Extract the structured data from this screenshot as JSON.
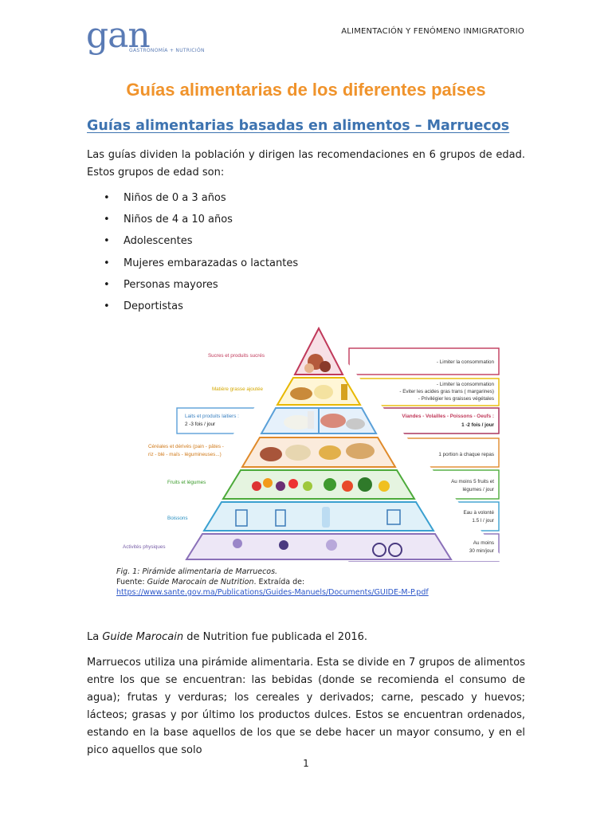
{
  "header": {
    "logo_word": "gan",
    "logo_sub": "GASTRONOMÍA + NUTRICIÓN",
    "running_title": "ALIMENTACIÓN Y FENÓMENO INMIGRATORIO"
  },
  "title": "Guías alimentarias de los diferentes países",
  "subtitle": "Guías alimentarias basadas en alimentos – Marruecos",
  "intro": "Las guías dividen la población y dirigen las recomendaciones en 6 grupos de edad. Estos grupos de edad son:",
  "age_groups": [
    "Niños de 0 a 3 años",
    "Niños de 4 a 10 años",
    "Adolescentes",
    "Mujeres embarazadas o lactantes",
    "Personas mayores",
    "Deportistas"
  ],
  "pyramid": {
    "tiers": [
      {
        "left_label": "Sucres et produits sucrés",
        "right_lines": [
          "- Limiter la consommation"
        ],
        "color": "#c0395a"
      },
      {
        "left_label": "Matière grasse ajoutée",
        "right_lines": [
          "- Limiter la consommation",
          "- Eviter les acides gras trans ( margarines)",
          "- Privilégier les graisses végétales"
        ],
        "color": "#e8b800"
      },
      {
        "left_label": "Laits et produits laitiers :",
        "left_sub": "2 -3 fois / jour",
        "right_label": "Viandes - Volailles - Poissons - Oeufs :",
        "right_sub": "1 -2 fois / jour",
        "color": "#5aa0d8",
        "right_color": "#c0395a"
      },
      {
        "left_label": "Céréales et dérivés (pain - pâtes -",
        "left_line2": "riz - blé - maïs - légumineuses...)",
        "right_lines": [
          "1 portion à chaque repas"
        ],
        "color": "#e08a2a"
      },
      {
        "left_label": "Fruits et légumes",
        "right_lines": [
          "Au moins 5 fruits et",
          "légumes / jour"
        ],
        "color": "#4caa3a"
      },
      {
        "left_label": "Boissons",
        "right_lines": [
          "Eau à volonté",
          "1.5 l / jour"
        ],
        "color": "#3aa0d0"
      },
      {
        "left_label": "Activités physiques",
        "right_lines": [
          "Au moins",
          "30 min/jour"
        ],
        "color": "#8a70b8"
      }
    ]
  },
  "caption": {
    "fig": "Fig. 1: Pirámide alimentaria de Marruecos.",
    "source_prefix": "Fuente: ",
    "source_title": "Guide Marocain de Nutrition",
    "source_suffix": ". Extraída de:",
    "url": "https://www.sante.gov.ma/Publications/Guides-Manuels/Documents/GUIDE-M-P.pdf"
  },
  "para2": {
    "prefix": "La ",
    "italic": "Guide Marocain",
    "suffix": " de Nutrition fue publicada el 2016."
  },
  "para3": "Marruecos utiliza una pirámide alimentaria. Esta se divide en 7 grupos de alimentos entre los que se encuentran: las bebidas (donde se recomienda el consumo de agua); frutas y verduras; los cereales y derivados; carne, pescado y huevos; lácteos; grasas y por último los productos dulces. Estos se encuentran ordenados, estando en la base aquellos de los que se debe hacer un mayor consumo, y en el pico aquellos que solo",
  "page_number": "1"
}
